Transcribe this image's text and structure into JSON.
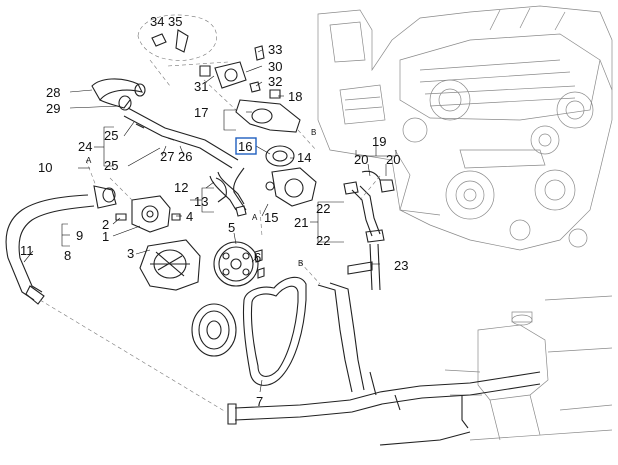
{
  "callouts": [
    {
      "id": "c1",
      "label": "1"
    },
    {
      "id": "c2",
      "label": "2"
    },
    {
      "id": "c3",
      "label": "3"
    },
    {
      "id": "c4",
      "label": "4"
    },
    {
      "id": "c5",
      "label": "5"
    },
    {
      "id": "c6",
      "label": "6"
    },
    {
      "id": "c7",
      "label": "7"
    },
    {
      "id": "c8",
      "label": "8"
    },
    {
      "id": "c9",
      "label": "9"
    },
    {
      "id": "c10",
      "label": "10"
    },
    {
      "id": "c11",
      "label": "11"
    },
    {
      "id": "c12",
      "label": "12"
    },
    {
      "id": "c13",
      "label": "13"
    },
    {
      "id": "c14",
      "label": "14"
    },
    {
      "id": "c15",
      "label": "15"
    },
    {
      "id": "c16",
      "label": "16",
      "highlighted": true
    },
    {
      "id": "c17",
      "label": "17"
    },
    {
      "id": "c18",
      "label": "18"
    },
    {
      "id": "c19",
      "label": "19"
    },
    {
      "id": "c20a",
      "label": "20"
    },
    {
      "id": "c20b",
      "label": "20"
    },
    {
      "id": "c21",
      "label": "21"
    },
    {
      "id": "c22a",
      "label": "22"
    },
    {
      "id": "c22b",
      "label": "22"
    },
    {
      "id": "c23",
      "label": "23"
    },
    {
      "id": "c24",
      "label": "24"
    },
    {
      "id": "c25a",
      "label": "25"
    },
    {
      "id": "c25b",
      "label": "25"
    },
    {
      "id": "c26",
      "label": "26"
    },
    {
      "id": "c27",
      "label": "27"
    },
    {
      "id": "c28",
      "label": "28"
    },
    {
      "id": "c29",
      "label": "29"
    },
    {
      "id": "c30",
      "label": "30"
    },
    {
      "id": "c31",
      "label": "31"
    },
    {
      "id": "c32",
      "label": "32"
    },
    {
      "id": "c33",
      "label": "33"
    },
    {
      "id": "c34",
      "label": "34"
    },
    {
      "id": "c35",
      "label": "35"
    }
  ],
  "connectors": [
    {
      "id": "A1",
      "label": "A"
    },
    {
      "id": "A2",
      "label": "A"
    },
    {
      "id": "B1",
      "label": "B"
    },
    {
      "id": "B2",
      "label": "B"
    }
  ],
  "highlight_color": "#1f5fbf"
}
